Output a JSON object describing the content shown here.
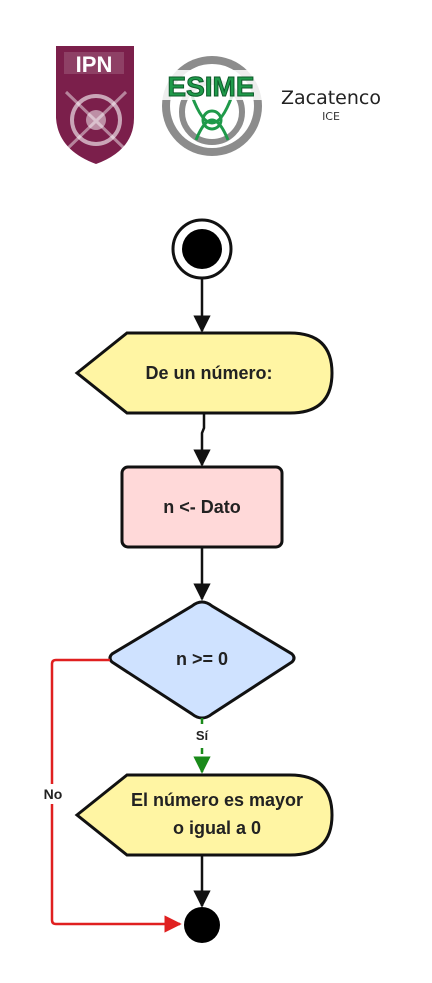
{
  "header": {
    "campus_name": "Zacatenco",
    "campus_sub": "ICE",
    "logo_ipn_text": "IPN",
    "logo_esime_text": "ESIME"
  },
  "flow": {
    "input_label": "De un número:",
    "assign_label": "n <- Dato",
    "decision_label": "n >= 0",
    "yes_label": "Sí",
    "no_label": "No",
    "output_line1": "El número es mayor",
    "output_line2": "o igual a 0"
  },
  "colors": {
    "ipn_maroon": "#7b1f4b",
    "esime_green": "#1f9a4a",
    "gear_gray": "#8c8c8c",
    "input_fill": "#fff5a3",
    "process_fill": "#ffd9d9",
    "decision_fill": "#cfe2ff",
    "yes_arrow": "#1a8a1a",
    "no_arrow": "#e02020",
    "stroke": "#111111"
  }
}
